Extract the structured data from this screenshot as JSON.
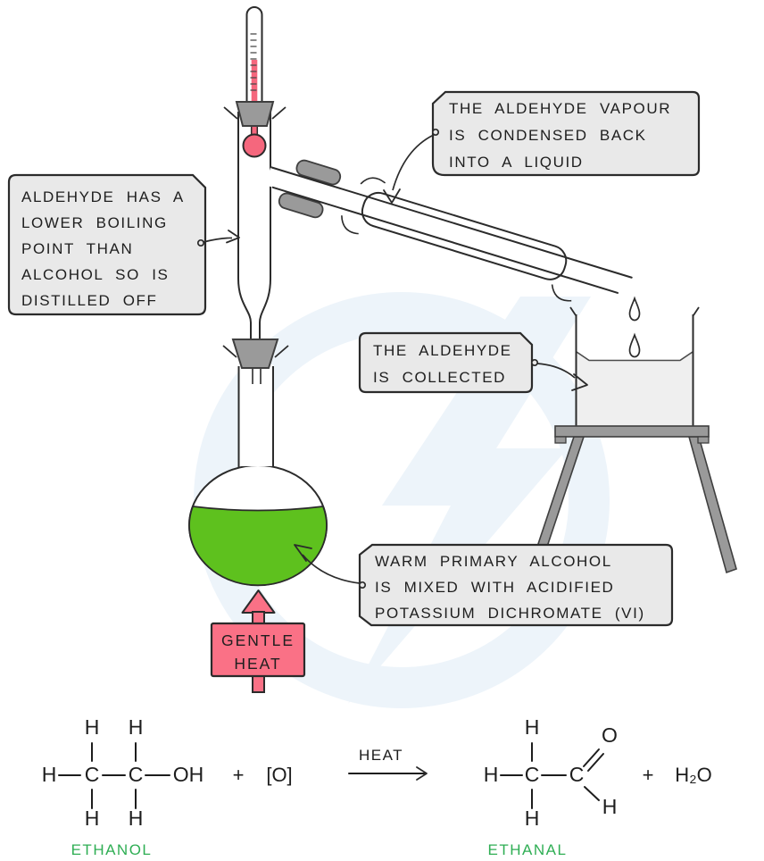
{
  "colors": {
    "green_liquid": "#5ec11e",
    "heat_pink": "#fa7186",
    "thermo_red": "#f5677d",
    "apparatus_gray": "#9a9a9a",
    "callout_bg": "#e9e9e9",
    "beaker_liquid": "#efefef",
    "label_green": "#2fae54",
    "ink": "#2b2b2b",
    "watermark_blue": "#edf4fa"
  },
  "callouts": {
    "boiling": {
      "lines": [
        "ALDEHYDE HAS A",
        "LOWER BOILING",
        "POINT THAN",
        "ALCOHOL SO IS",
        "DISTILLED OFF"
      ]
    },
    "condensed": {
      "lines": [
        "THE ALDEHYDE VAPOUR",
        "IS CONDENSED BACK",
        "INTO A LIQUID"
      ]
    },
    "collected": {
      "lines": [
        "THE ALDEHYDE",
        "IS COLLECTED"
      ]
    },
    "mixture": {
      "lines": [
        "WARM PRIMARY ALCOHOL",
        "IS MIXED WITH ACIDIFIED",
        "POTASSIUM DICHROMATE (VI)"
      ]
    }
  },
  "heat_label": {
    "lines": [
      "GENTLE",
      "HEAT"
    ]
  },
  "equation": {
    "reactant": {
      "name": "ETHANOL",
      "atoms": {
        "h_left": "H",
        "c1": "C",
        "c2": "C",
        "oh": "OH",
        "h_top1": "H",
        "h_top2": "H",
        "h_bot1": "H",
        "h_bot2": "H"
      }
    },
    "plus1": "+",
    "oxidant": "[O]",
    "arrow_label": "HEAT",
    "product": {
      "name": "ETHANAL",
      "atoms": {
        "h_left": "H",
        "c1": "C",
        "c2": "C",
        "h_top": "H",
        "h_bot": "H",
        "o": "O",
        "h_ald": "H"
      }
    },
    "plus2": "+",
    "water": "H₂O"
  }
}
